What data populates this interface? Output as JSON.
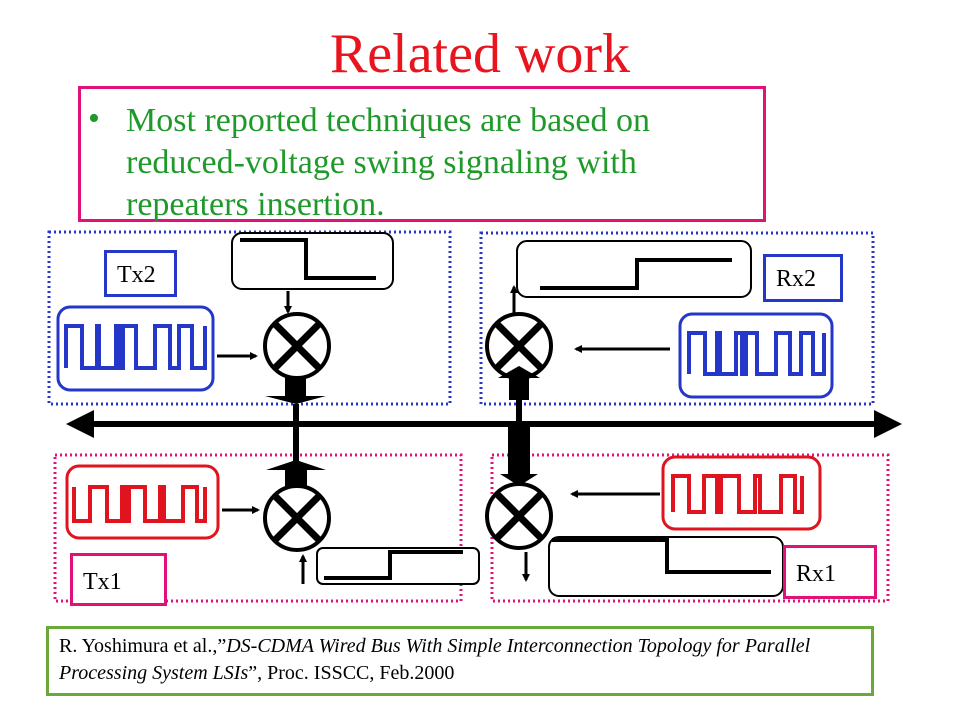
{
  "title": "Related work",
  "bullet": {
    "marker": "•",
    "text": "Most reported techniques are based on reduced-voltage swing signaling with repeaters insertion."
  },
  "labels": {
    "tx2": "Tx2",
    "rx2": "Rx2",
    "tx1": "Tx1",
    "rx1": "Rx1"
  },
  "reference": {
    "prefix": "R. Yoshimura et al.,”",
    "title_italic": "DS-CDMA Wired Bus With Simple Interconnection Topology for Parallel Processing System LSIs",
    "suffix": "”, Proc. ISSCC, Feb.2000"
  },
  "colors": {
    "title": "#e8141e",
    "bullet_text": "#1f9a2a",
    "blue": "#2437c8",
    "red": "#e0141e",
    "magenta": "#e0127a",
    "green_border": "#6aa83a"
  }
}
